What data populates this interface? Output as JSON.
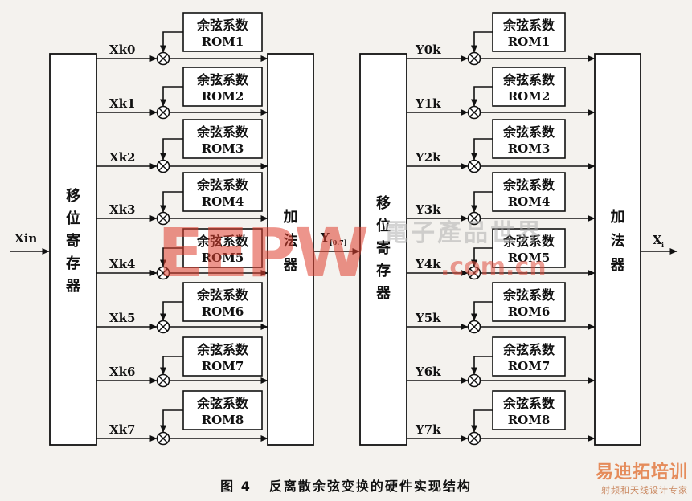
{
  "left": {
    "input_label": "Xin",
    "register_label": [
      "移",
      "位",
      "寄",
      "存",
      "器"
    ],
    "taps": [
      "Xk0",
      "Xk1",
      "Xk2",
      "Xk3",
      "Xk4",
      "Xk5",
      "Xk6",
      "Xk7"
    ],
    "adder_label": [
      "加",
      "法",
      "器"
    ],
    "output_label": "Y",
    "output_subscript": "[0.7]"
  },
  "right": {
    "register_label": [
      "移",
      "位",
      "寄",
      "存",
      "器"
    ],
    "taps": [
      "Y0k",
      "Y1k",
      "Y2k",
      "Y3k",
      "Y4k",
      "Y5k",
      "Y6k",
      "Y7k"
    ],
    "adder_label": [
      "加",
      "法",
      "器"
    ],
    "output_label": "X",
    "output_subscript": "i"
  },
  "rom_title": "余弦系数",
  "roms": [
    "ROM1",
    "ROM2",
    "ROM3",
    "ROM4",
    "ROM5",
    "ROM6",
    "ROM7",
    "ROM8"
  ],
  "multiplier_symbol": "⊗",
  "caption": {
    "number": "图 4",
    "text": "反离散余弦变换的硬件实现结构"
  },
  "watermark": {
    "main": "EEPW",
    "overlay": "電子產品世界",
    "url": ".com.cn",
    "corner_logo": "易迪拓培训",
    "corner_sub": "射频和天线设计专家"
  }
}
